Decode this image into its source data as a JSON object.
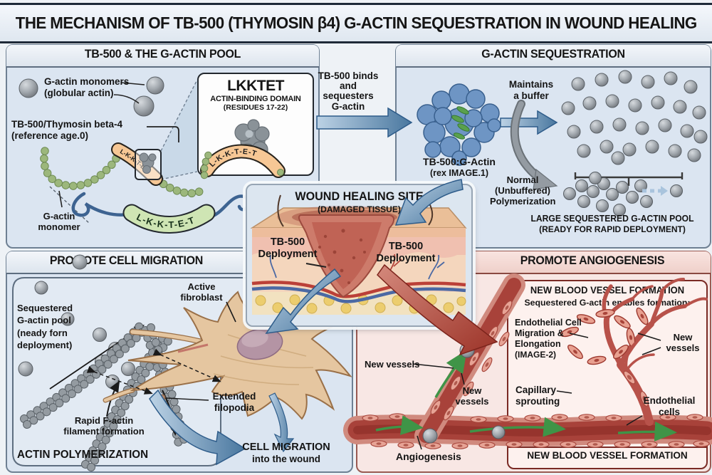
{
  "title": "THE MECHANISM OF TB-500 (THYMOSIN β4) G-ACTIN SEQUESTRATION IN WOUND HEALING",
  "p": {
    "tl": {
      "header": "TB-500 & THE G-ACTIN POOL",
      "monomers": [
        "G-actin monomers",
        "(globular actin)"
      ],
      "tb500": [
        "TB-500/Thymosin beta-4",
        "(reference age.0)"
      ],
      "gmono": [
        "G-actin",
        "monomer"
      ],
      "band": "L-K-K-T-E-T",
      "peptide_band": "L-K-K-T-E-T",
      "inset": {
        "t1": "LKKTET",
        "t2": "ACTIN-BINDING DOMAIN",
        "t3": "(RESIDUES 17-22)",
        "band": "L-K-K-T-E-T"
      }
    },
    "mid": {
      "binds": [
        "TB-500 binds",
        "and",
        "sequesters",
        "G-actin"
      ]
    },
    "tr": {
      "header": "G-ACTIN SEQUESTRATION",
      "complex": [
        "TB-500:G-Actin",
        "(rex IMAGE.1)"
      ],
      "maintains": [
        "Maintains",
        "a buffer"
      ],
      "normal": [
        "Normal",
        "(Unbuffered)",
        "Polymerization"
      ],
      "pool": [
        "LARGE SEQUESTERED G-ACTIN POOL",
        "(READY FOR RAPID DEPLOYMENT)"
      ]
    },
    "wound": {
      "title": "WOUND HEALING SITE",
      "subtitle": "(DAMAGED TISSUE)",
      "dep": [
        "TB-500",
        "Deployment"
      ]
    },
    "bl": {
      "header": "PROMOTE CELL MIGRATION",
      "pool": [
        "Sequestered",
        "G-actin pool",
        "(neady forn",
        "deployment)"
      ],
      "fibro": [
        "Active",
        "fibroblast"
      ],
      "filo": [
        "Extended",
        "filopodia"
      ],
      "factin": [
        "Rapid F-actin",
        "filament formation"
      ],
      "poly": "ACTIN POLYMERIZATION",
      "mig": [
        "CELL MIGRATION",
        "into the wound"
      ]
    },
    "br": {
      "header": "PROMOTE ANGIOGENESIS",
      "box_title": "NEW BLOOD VESSEL FORMATION",
      "enables": "Sequestered G-actin enables formation:",
      "endo": [
        "Endothelial Cell",
        "Migration &",
        "Elongation",
        "(IMAGE-2)"
      ],
      "nv_l": "New vessels",
      "nv_m": [
        "New",
        "vessels"
      ],
      "nv_r": [
        "New",
        "vessels"
      ],
      "cap": [
        "Capillary",
        "sprouting"
      ],
      "ec": [
        "Endothelial",
        "cells"
      ],
      "angio": "Angiogenesis",
      "box_bottom": "NEW BLOOD VESSEL FORMATION"
    }
  },
  "colors": {
    "panel_blue_bg": "#dbe5f1",
    "panel_pink_bg": "#f8e7e4",
    "arrow_blue": "#4e7ca9",
    "arrow_red": "#9c3328",
    "bead_green": "#9cb77c",
    "band_orange": "#f6c795",
    "band_green": "#cfe5b4",
    "sphere_gray": "#9aa0a6",
    "vessel_red": "#a8423a",
    "flow_green": "#3f9447"
  }
}
